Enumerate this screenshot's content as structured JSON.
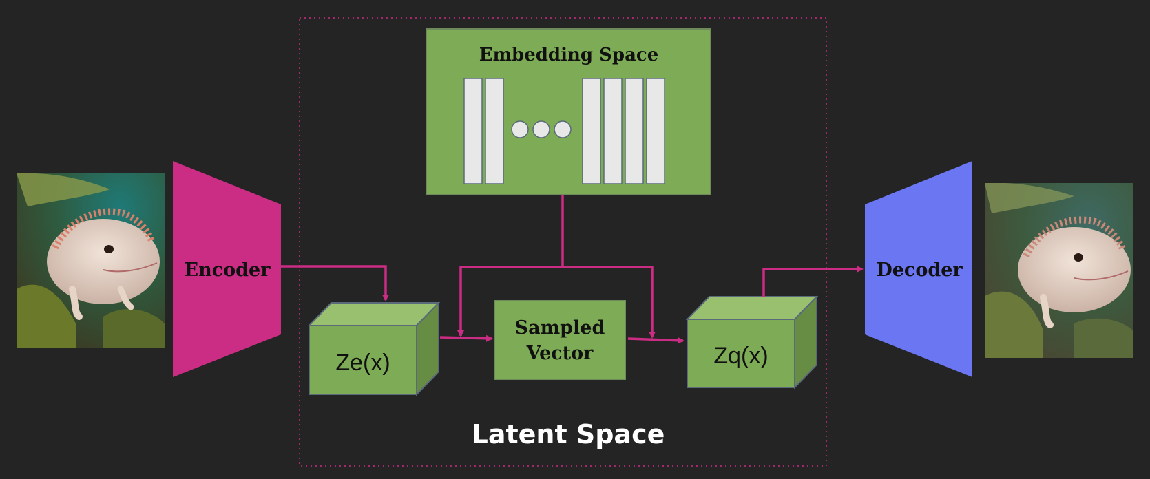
{
  "colors": {
    "background": "#242424",
    "encoder": "#cc2d84",
    "decoder": "#6b77f2",
    "green_fill": "#7eab55",
    "green_light": "#99c06e",
    "green_dark": "#678c43",
    "arrow": "#cc2d84",
    "dotted_border": "#cc2d84",
    "embedding_bar": "#e8e8e8"
  },
  "encoder": {
    "label": "Encoder"
  },
  "decoder": {
    "label": "Decoder"
  },
  "embedding_space": {
    "title": "Embedding Space"
  },
  "ze_box": {
    "label": "Ze(x)"
  },
  "sampled_vector": {
    "line1": "Sampled",
    "line2": "Vector"
  },
  "zq_box": {
    "label": "Zq(x)"
  },
  "latent_space": {
    "label": "Latent Space"
  },
  "input_image": {
    "icon": "axolotl-image"
  },
  "output_image": {
    "icon": "axolotl-image"
  }
}
